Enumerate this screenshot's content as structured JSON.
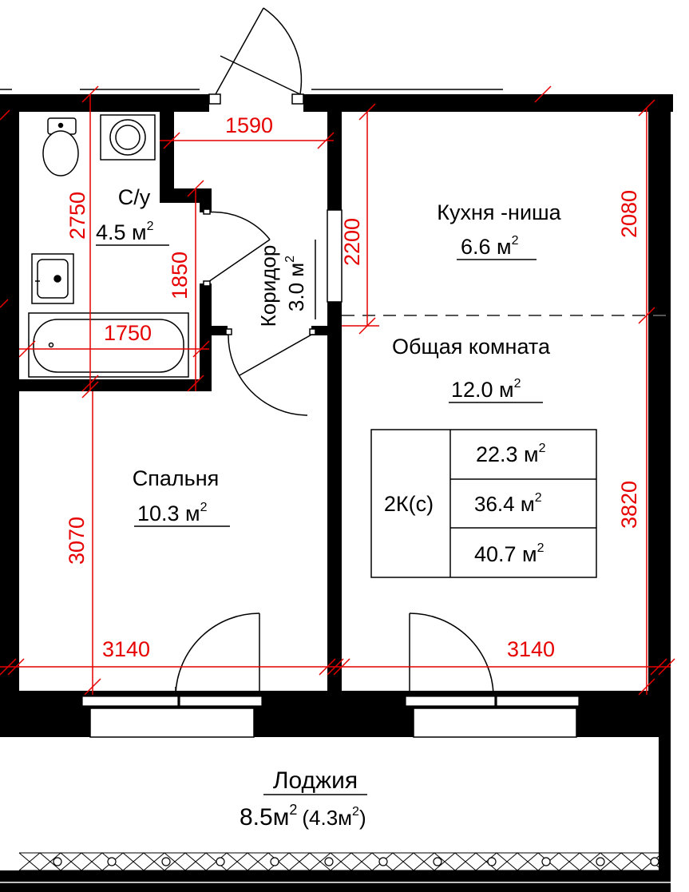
{
  "colors": {
    "wall": "#000000",
    "dimension": "#e60000",
    "text": "#000000",
    "background": "#ffffff"
  },
  "rooms": {
    "bathroom": {
      "name": "С/у",
      "area": "4.5 м",
      "sup": "2"
    },
    "corridor": {
      "name": "Коридор",
      "area": "3.0 м",
      "sup": "2"
    },
    "kitchen": {
      "name": "Кухня -ниша",
      "area": "6.6 м",
      "sup": "2"
    },
    "living": {
      "name": "Общая комната",
      "area": "12.0 м",
      "sup": "2"
    },
    "bedroom": {
      "name": "Спальня",
      "area": "10.3 м",
      "sup": "2"
    },
    "loggia": {
      "name": "Лоджия",
      "area": "8.5м",
      "sup": "2",
      "area_extra": "(4.3м",
      "sup_extra": "2",
      "area_extra_close": ")"
    }
  },
  "summary": {
    "type": "2К(с)",
    "rows": [
      {
        "value": "22.3 м",
        "sup": "2"
      },
      {
        "value": "36.4  м",
        "sup": "2"
      },
      {
        "value": "40.7 м",
        "sup": "2"
      }
    ]
  },
  "dimensions": {
    "d1590": "1590",
    "d2750": "2750",
    "d1850": "1850",
    "d1750": "1750",
    "d2200": "2200",
    "d2080": "2080",
    "d3820": "3820",
    "d3070": "3070",
    "d3140_left": "3140",
    "d3140_right": "3140"
  }
}
